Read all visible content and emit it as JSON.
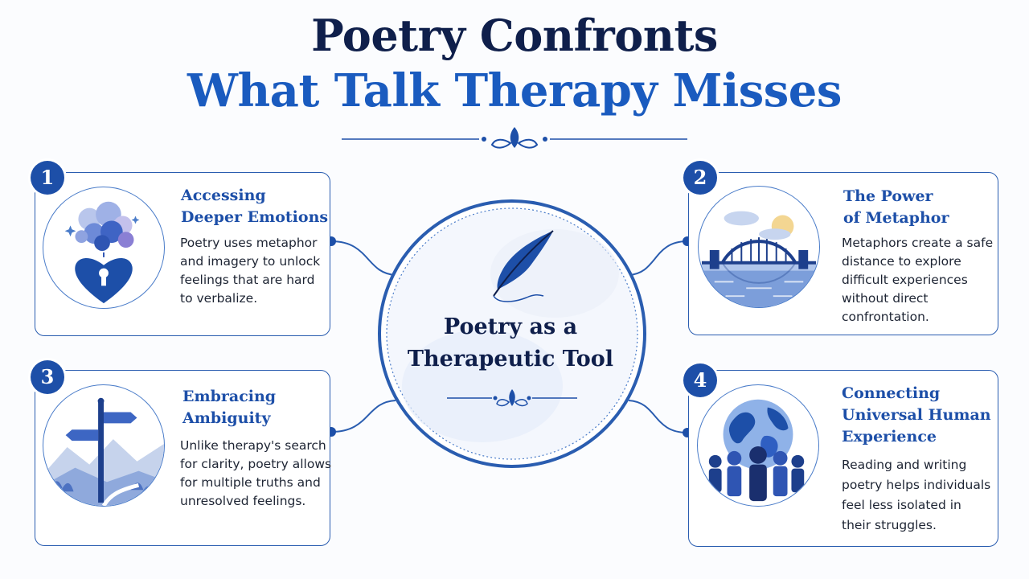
{
  "title": {
    "line1": "Poetry Confronts",
    "line2": "What Talk Therapy Misses"
  },
  "center": {
    "line1": "Poetry as a",
    "line2": "Therapeutic Tool"
  },
  "cards": [
    {
      "number": "1",
      "title_lines": [
        "Accessing",
        "Deeper Emotions"
      ],
      "body_lines": [
        "Poetry uses metaphor",
        "and imagery to unlock",
        "feelings that are hard",
        "to verbalize."
      ],
      "icon": "heart-lock-icon"
    },
    {
      "number": "2",
      "title_lines": [
        "The Power",
        "of Metaphor"
      ],
      "body_lines": [
        "Metaphors create a safe",
        "distance to explore",
        "difficult experiences",
        "without direct",
        "confrontation."
      ],
      "icon": "bridge-icon"
    },
    {
      "number": "3",
      "title_lines": [
        "Embracing",
        "Ambiguity"
      ],
      "body_lines": [
        "Unlike therapy's search",
        "for clarity, poetry allows",
        "for multiple truths and",
        "unresolved feelings."
      ],
      "icon": "signpost-icon"
    },
    {
      "number": "4",
      "title_lines": [
        "Connecting",
        "Universal Human",
        "Experience"
      ],
      "body_lines": [
        "Reading and writing",
        "poetry helps individuals",
        "feel less isolated in",
        "their struggles."
      ],
      "icon": "globe-people-icon"
    }
  ],
  "colors": {
    "navy": "#0f1f4b",
    "accent_blue": "#1a5bbf",
    "badge_blue": "#1d4fa8",
    "border_blue": "#2a5db0"
  }
}
